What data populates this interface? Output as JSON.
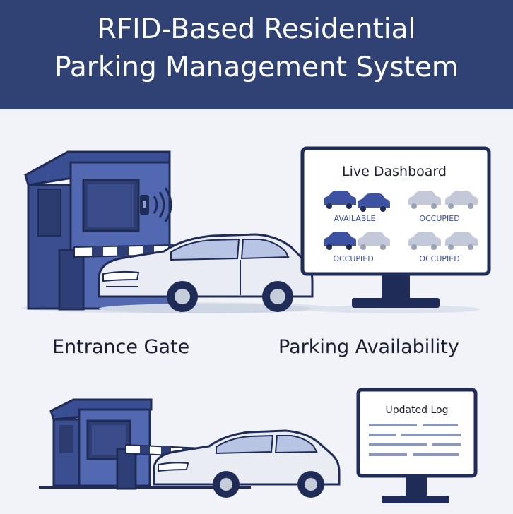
{
  "header": {
    "title_line1": "RFID-Based Residential",
    "title_line2": "Parking Management System"
  },
  "dashboard": {
    "title": "Live Dashboard",
    "slots": [
      {
        "label": "AVAILABLE"
      },
      {
        "label": "OCCUPIED"
      },
      {
        "label": "OCCUPIED"
      },
      {
        "label": "OCCUPIED"
      }
    ]
  },
  "captions": {
    "entrance": "Entrance Gate",
    "availability": "Parking Availability"
  },
  "log_monitor": {
    "title": "Updated Log"
  },
  "colors": {
    "header_bg": "#2f4273",
    "booth_blue": "#4a5fa8",
    "available_blue": "#3d52a0",
    "occupied_gray": "#a9b1c4"
  }
}
